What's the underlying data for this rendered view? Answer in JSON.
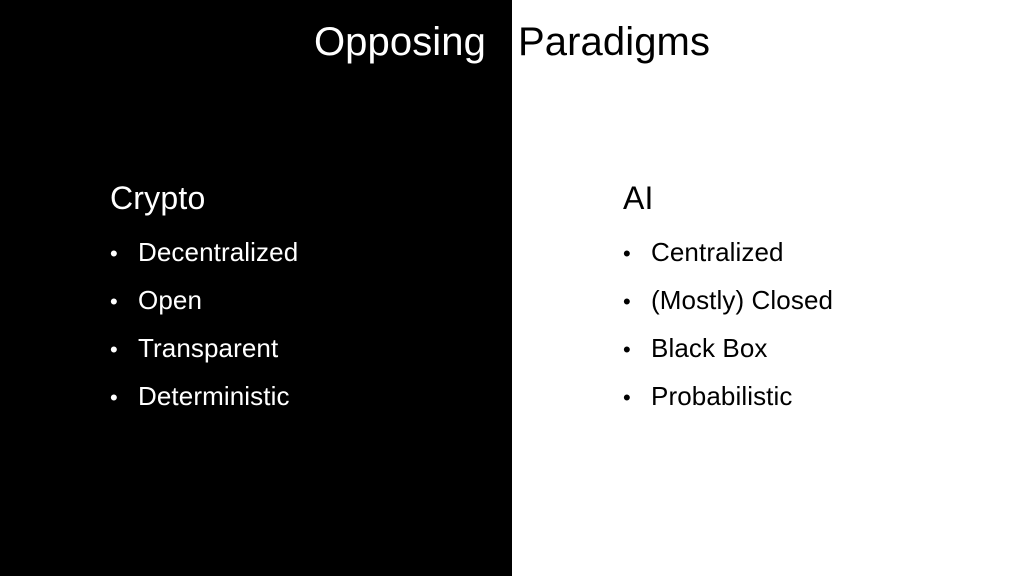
{
  "slide": {
    "title_left": "Opposing",
    "title_right": "Paradigms",
    "bullet_glyph": "•",
    "colors": {
      "left_background": "#000000",
      "left_text": "#ffffff",
      "right_background": "#ffffff",
      "right_text": "#000000"
    }
  },
  "columns": {
    "left": {
      "heading": "Crypto",
      "bullets": [
        {
          "label": "Decentralized"
        },
        {
          "label": "Open"
        },
        {
          "label": "Transparent"
        },
        {
          "label": "Deterministic"
        }
      ]
    },
    "right": {
      "heading": "AI",
      "bullets": [
        {
          "label": "Centralized"
        },
        {
          "label": "(Mostly) Closed"
        },
        {
          "label": "Black Box"
        },
        {
          "label": "Probabilistic"
        }
      ]
    }
  }
}
